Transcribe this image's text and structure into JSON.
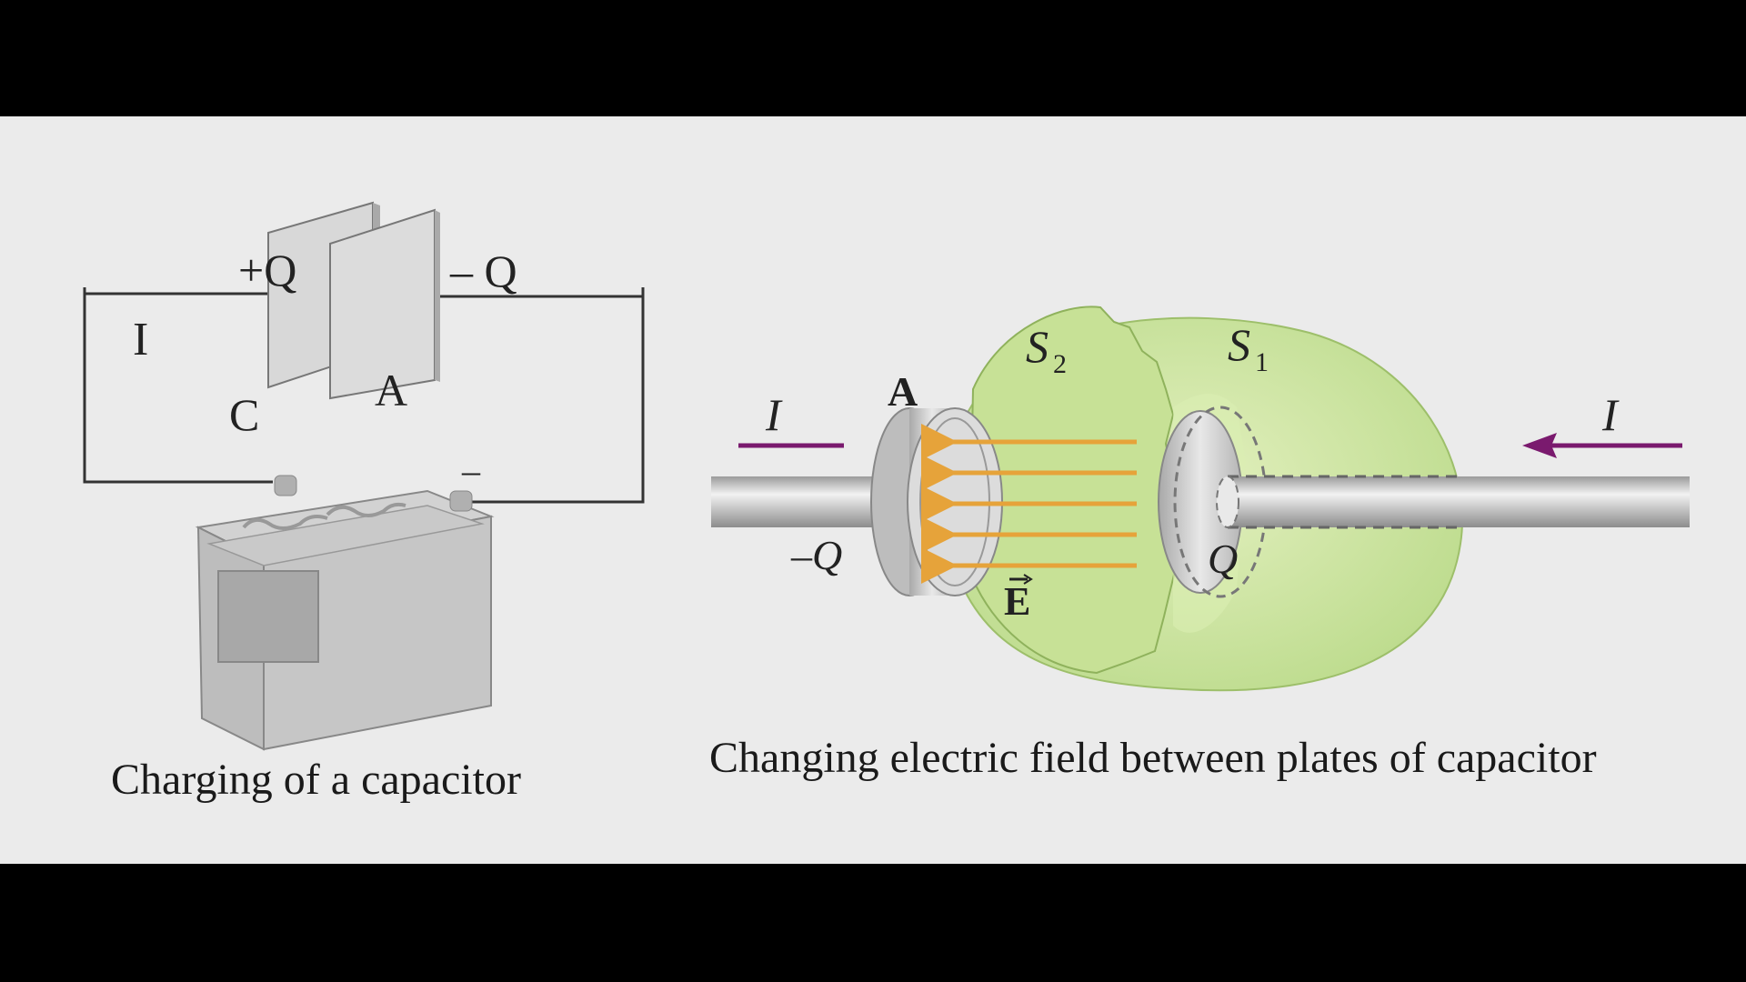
{
  "left_diagram": {
    "caption": "Charging of a capacitor",
    "labels": {
      "plus_q": "+Q",
      "minus_q": "– Q",
      "current": "I",
      "capacitance": "C",
      "area": "A",
      "battery_minus": "–"
    }
  },
  "right_diagram": {
    "caption": "Changing electric field between plates of capacitor",
    "labels": {
      "area": "A",
      "s2": "S",
      "s2_sub": "2",
      "s1": "S",
      "s1_sub": "1",
      "current_left": "I",
      "current_right": "I",
      "minus_q": "–Q",
      "q": "Q",
      "field": "E"
    }
  },
  "colors": {
    "background": "#ebebeb",
    "letterbox": "#000000",
    "surface_green": "#cfe6a0",
    "field_arrows": "#e6a33a",
    "current_arrow": "#7a1a6e",
    "metal": "#c8c8c8"
  }
}
